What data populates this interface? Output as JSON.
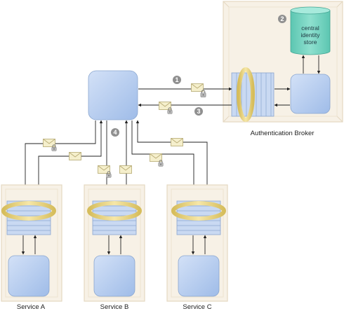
{
  "labels": {
    "central_store_line1": "central",
    "central_store_line2": "identity",
    "central_store_line3": "store",
    "broker": "Authentication Broker",
    "service_a": "Service A",
    "service_b": "Service B",
    "service_c": "Service C"
  },
  "steps": [
    "1",
    "2",
    "3",
    "4"
  ],
  "icons": [
    "envelope-icon",
    "padlock-icon",
    "firewall-ring-icon",
    "database-cylinder-icon"
  ],
  "colors": {
    "node_fill": "#b5ccef",
    "node_stroke": "#8aa6cf",
    "container_fill": "#f7f1e6",
    "container_stroke": "#e4d8c2",
    "store_fill": "#6fd1be",
    "ring": "#ecd88a",
    "step_badge": "#909090",
    "arrow": "#222222"
  }
}
